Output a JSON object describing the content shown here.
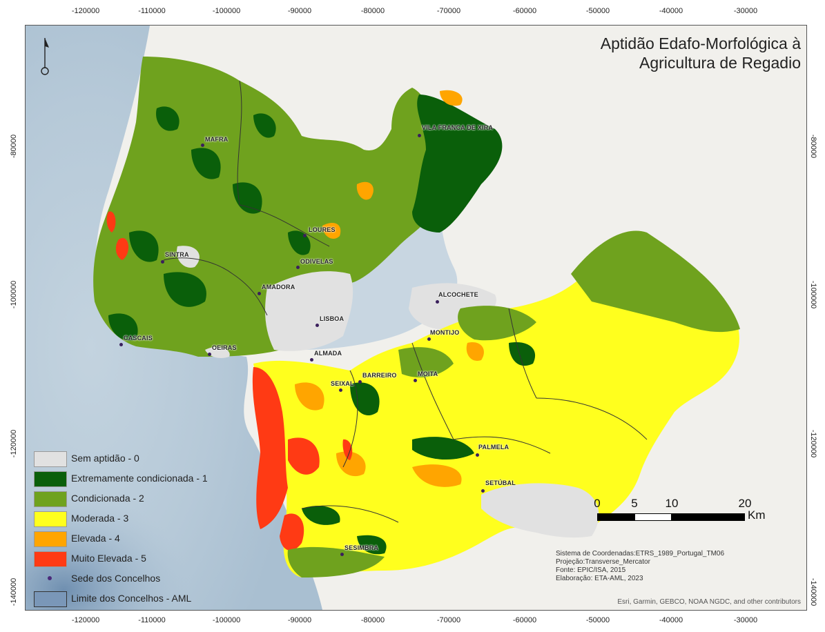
{
  "title": {
    "line1": "Aptidão Edafo-Morfológica à",
    "line2": "Agricultura de Regadio"
  },
  "x_ticks": [
    "-120000",
    "-110000",
    "-100000",
    "-90000",
    "-80000",
    "-70000",
    "-60000",
    "-50000",
    "-40000",
    "-30000"
  ],
  "y_ticks": [
    "-80000",
    "-100000",
    "-120000",
    "-140000"
  ],
  "places": [
    "MAFRA",
    "VILA FRANCA DE XIRA",
    "LOURES",
    "SINTRA",
    "ODIVELAS",
    "AMADORA",
    "LISBOA",
    "ALCOCHETE",
    "CASCAIS",
    "OEIRAS",
    "MONTIJO",
    "ALMADA",
    "BARREIRO",
    "SEIXAL",
    "MOITA",
    "PALMELA",
    "SETÚBAL",
    "SESIMBRA"
  ],
  "legend": {
    "items": [
      {
        "label": "Sem aptidão -  0",
        "color": "#e1e1e1"
      },
      {
        "label": "Extremamente condicionada - 1",
        "color": "#0a5f0a"
      },
      {
        "label": "Condicionada - 2",
        "color": "#6fa21e"
      },
      {
        "label": "Moderada - 3",
        "color": "#ffff1e"
      },
      {
        "label": "Elevada - 4",
        "color": "#ffa500"
      },
      {
        "label": "Muito Elevada - 5",
        "color": "#ff3a14"
      }
    ],
    "seats_label": "Sede dos Concelhos",
    "boundary_label": "Limite dos Concelhos - AML",
    "boundary_color": "#7a97b8"
  },
  "scalebar": {
    "labels": [
      "0",
      "5",
      "10",
      "20"
    ],
    "unit": "Km"
  },
  "metadata": {
    "crs": "Sistema de Coordenadas:ETRS_1989_Portugal_TM06",
    "projection": "Projeção:Transverse_Mercator",
    "source": "Fonte: EPIC/ISA, 2015",
    "author": "Elaboração: ETA-AML, 2023"
  },
  "attribution": "Esri, Garmin, GEBCO, NOAA NGDC, and other contributors"
}
